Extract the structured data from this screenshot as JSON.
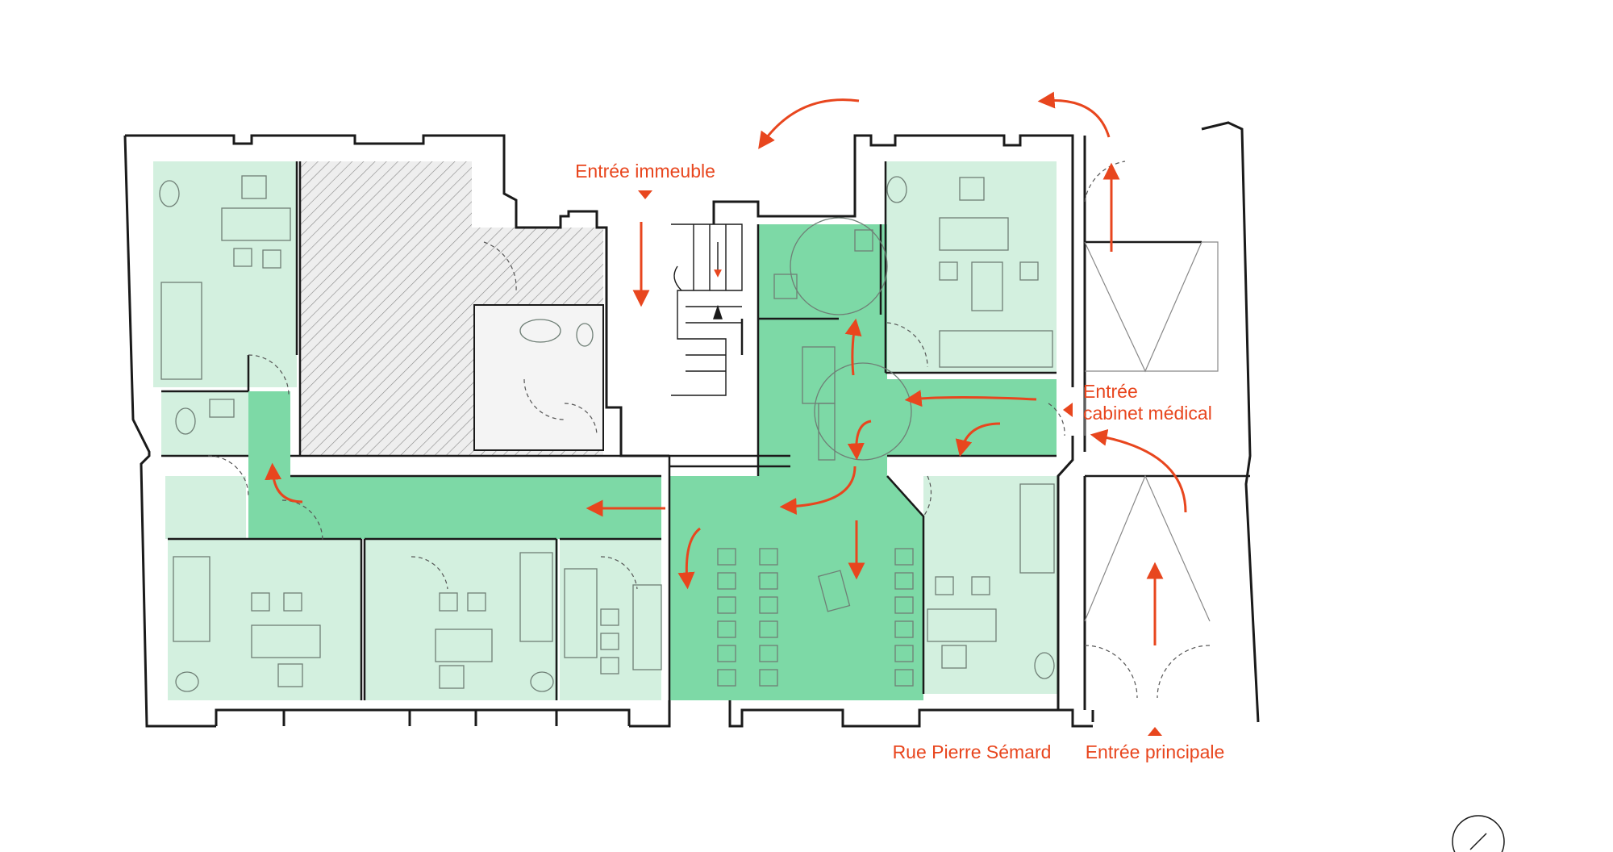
{
  "colors": {
    "light_green": "#d3f0df",
    "mid_green": "#7dd9a6",
    "accent_red": "#e8461e",
    "wall": "#1a1a1a",
    "hatch_fill": "#eeeeee",
    "hatch_line": "#888888",
    "furniture": "#8a9a90",
    "background": "#ffffff"
  },
  "labels": {
    "building_entrance": "Entrée immeuble",
    "medical_entrance_line1": "Entrée",
    "medical_entrance_line2": "cabinet médical",
    "street": "Rue Pierre Sémard",
    "main_entrance": "Entrée principale"
  },
  "icons": {
    "north_arrow": "north-arrow-icon",
    "entrance_marker": "triangle-marker-icon",
    "circulation_arrow": "curved-arrow-icon"
  }
}
